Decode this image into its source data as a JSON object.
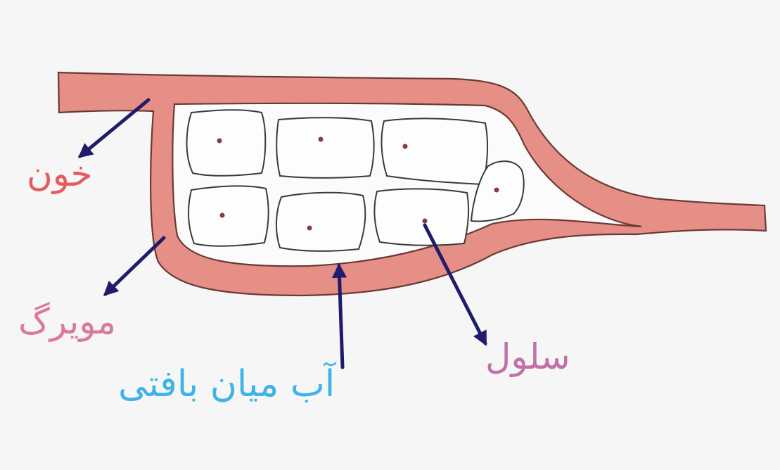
{
  "labels": {
    "blood": "خون",
    "capillary": "مویرگ",
    "cell": "سلول",
    "interstitial_fluid": "آب میان بافتی"
  },
  "colors": {
    "background": "#f6f6f6",
    "vessel_fill": "#e68f86",
    "vessel_stroke": "#6b3a36",
    "cell_stroke": "#3a3a3a",
    "nucleus": "#8a3b3b",
    "arrow": "#1f1c6b",
    "label_blood": "#e65c5c",
    "label_capillary": "#d97a9a",
    "label_cell": "#c270a8",
    "label_fluid": "#3fb3e8"
  }
}
